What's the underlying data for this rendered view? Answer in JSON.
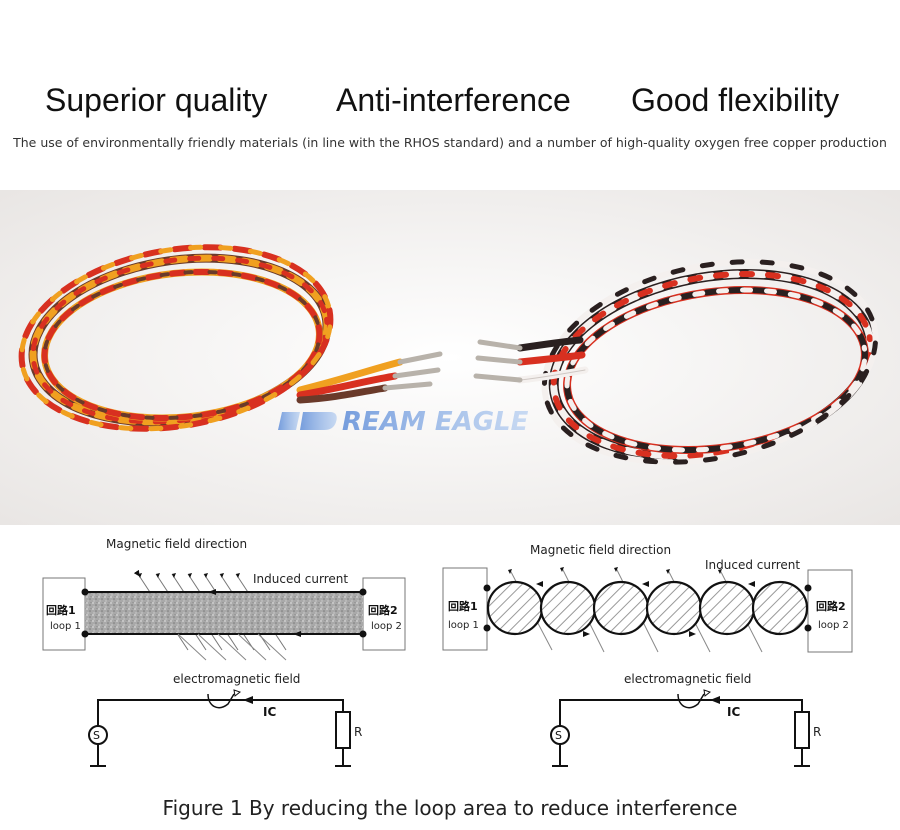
{
  "headlines": [
    "Superior quality",
    "Anti-interference",
    "Good flexibility"
  ],
  "subtitle": "The use of environmentally friendly materials (in line with the RHOS standard) and a number of high-quality oxygen free copper production",
  "watermark": "REAM EAGLE",
  "diagram_left": {
    "mag_label": "Magnetic field direction",
    "induced_label": "Induced current",
    "box1_cn": "回路1",
    "box1_en": "loop 1",
    "box2_cn": "回路2",
    "box2_en": "loop 2",
    "em_label": "electromagnetic field",
    "ic_label": "IC",
    "r_label": "R",
    "source_glyph": "S"
  },
  "diagram_right": {
    "mag_label": "Magnetic field direction",
    "induced_label": "Induced current",
    "box1_cn": "回路1",
    "box1_en": "loop 1",
    "box2_cn": "回路2",
    "box2_en": "loop 2",
    "em_label": "electromagnetic field",
    "ic_label": "IC",
    "r_label": "R",
    "source_glyph": "S"
  },
  "caption": "Figure 1  By reducing the loop area to reduce interference",
  "colors": {
    "wire_orange": "#f0a020",
    "wire_red": "#d83020",
    "wire_brown": "#6a3a2a",
    "wire_black": "#2a2020",
    "wire_white": "#f4f0ee",
    "watermark": "#5a8ad8"
  }
}
